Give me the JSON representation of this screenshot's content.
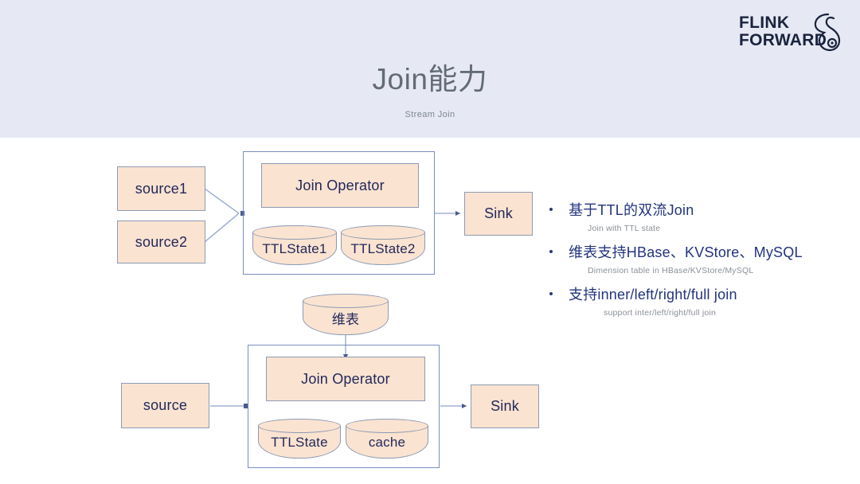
{
  "slide": {
    "title": "Join能力",
    "subtitle": "Stream Join"
  },
  "logo": {
    "line1": "FLINK",
    "line2": "FORWARD",
    "icon": "squirrel-icon",
    "color": "#19233c"
  },
  "colors": {
    "header_band": "#e6e9f4",
    "node_fill": "#fae3d0",
    "node_border": "#8d9bb5",
    "container_border": "#7a8dc0",
    "node_text": "#22285c",
    "bullet_text": "#22347e",
    "sub_text": "#8a8f96",
    "title_text": "#636b76",
    "wire": "#8fa4cd"
  },
  "diagram": {
    "stream_join": {
      "sources": [
        {
          "label": "source1"
        },
        {
          "label": "source2"
        }
      ],
      "operator": {
        "label": "Join Operator"
      },
      "states": [
        {
          "label": "TTLState1"
        },
        {
          "label": "TTLState2"
        }
      ],
      "sink": {
        "label": "Sink"
      }
    },
    "dim_join": {
      "dimension_table": {
        "label": "维表"
      },
      "source": {
        "label": "source"
      },
      "operator": {
        "label": "Join Operator"
      },
      "states": [
        {
          "label": "TTLState"
        },
        {
          "label": "cache"
        }
      ],
      "sink": {
        "label": "Sink"
      }
    }
  },
  "bullets": [
    {
      "main": "基于TTL的双流Join",
      "sub": "Join with TTL state"
    },
    {
      "main": "维表支持HBase、KVStore、MySQL",
      "sub": "Dimension table in HBase/KVStore/MySQL"
    },
    {
      "main": "支持inner/left/right/full join",
      "sub": "support inter/left/right/full join"
    }
  ]
}
